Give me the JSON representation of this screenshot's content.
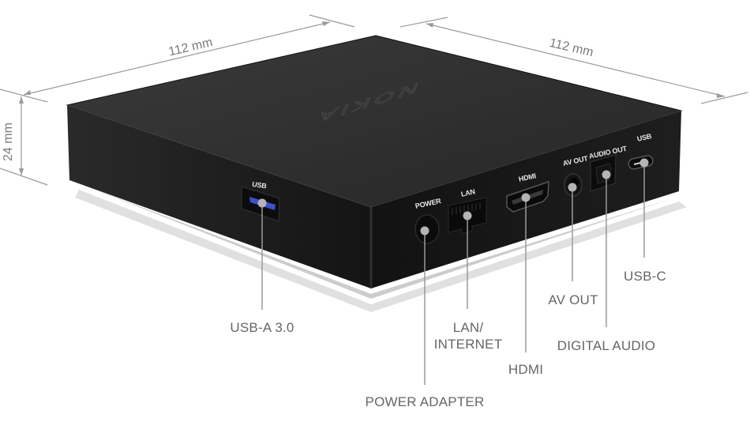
{
  "product": {
    "brand_logo": "NOKIA",
    "body_color": "#1c1c1c",
    "top_color": "#333333"
  },
  "dimensions": {
    "width_left": "112 mm",
    "width_right": "112 mm",
    "height": "24 mm"
  },
  "port_markings": {
    "usb_front": "USB",
    "power": "POWER",
    "lan": "LAN",
    "hdmi": "HDMI",
    "av_out": "AV OUT",
    "audio_out": "AUDIO OUT",
    "usb_side": "USB"
  },
  "callouts": [
    {
      "id": "usb-a",
      "label": "USB-A 3.0"
    },
    {
      "id": "power",
      "label": "POWER ADAPTER"
    },
    {
      "id": "lan",
      "label": "LAN/",
      "label2": "INTERNET"
    },
    {
      "id": "hdmi",
      "label": "HDMI"
    },
    {
      "id": "av-out",
      "label": "AV OUT"
    },
    {
      "id": "digital-audio",
      "label": "DIGITAL AUDIO"
    },
    {
      "id": "usb-c",
      "label": "USB-C"
    }
  ],
  "colors": {
    "callout_line": "#9a9a9a",
    "callout_dot": "#b4b4b4",
    "label_text": "#666666",
    "usb3_blue": "#3b52c8"
  }
}
